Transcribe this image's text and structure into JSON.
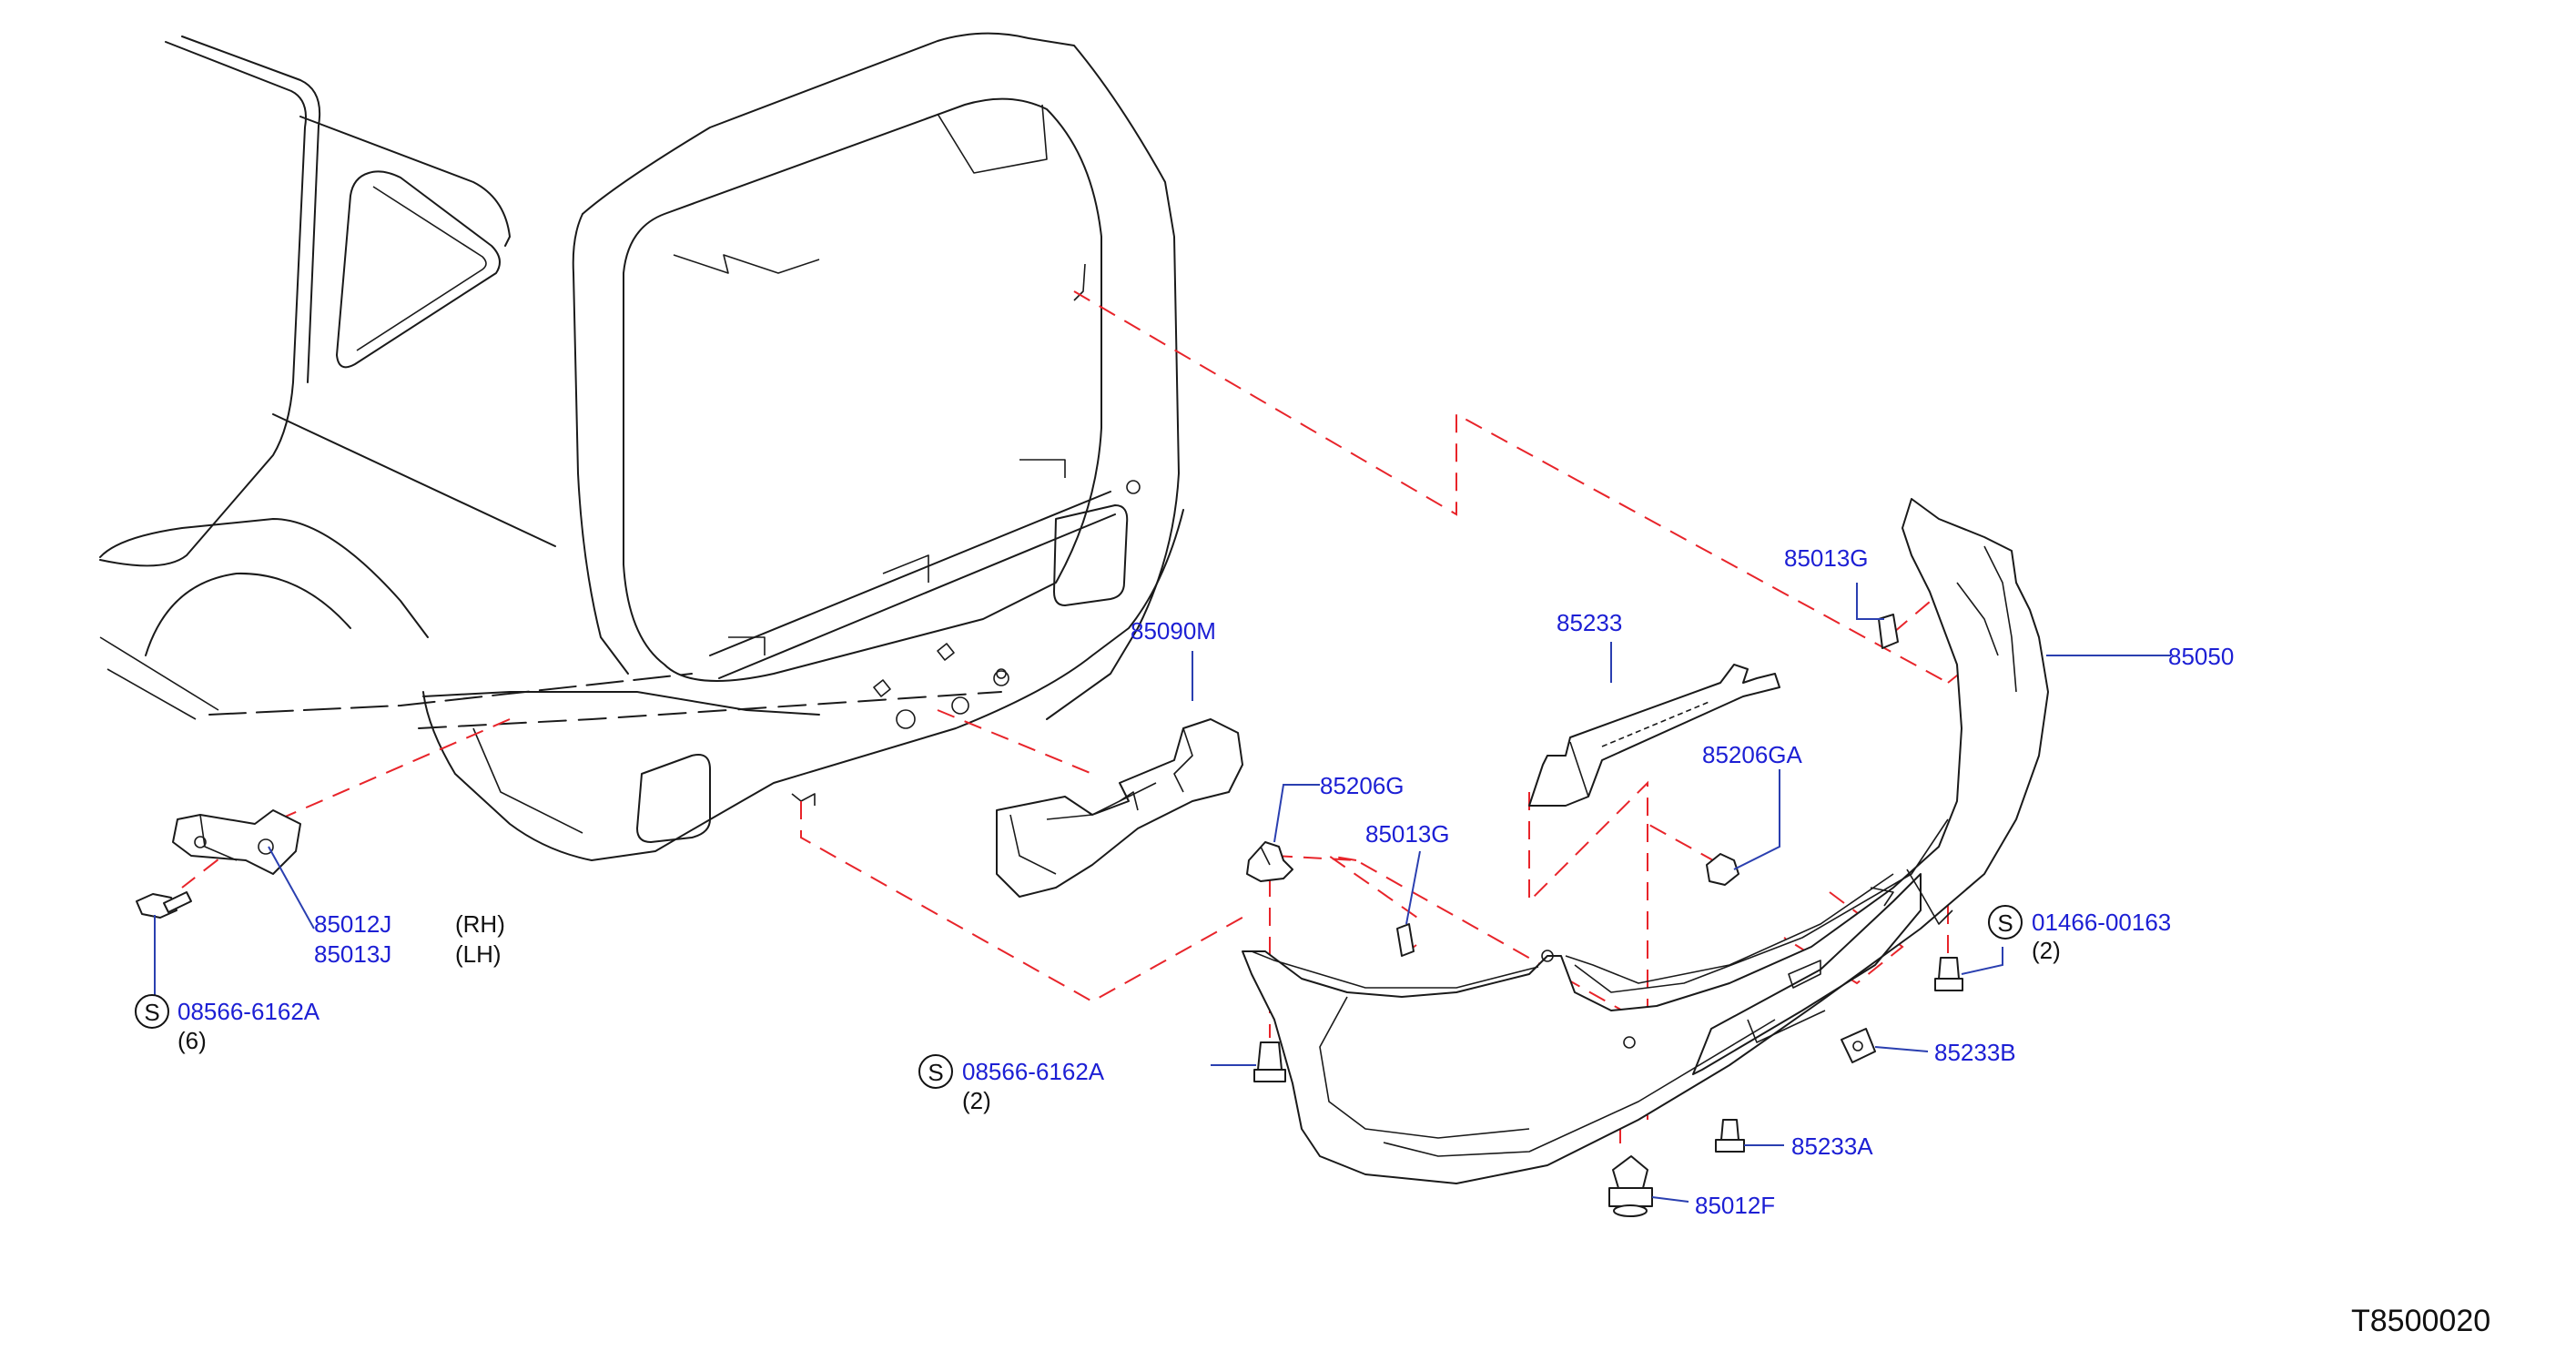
{
  "colors": {
    "part_number": "#1c1fd4",
    "leader_line": "#2a3fb0",
    "assembly_dash": "#e8242a",
    "outline": "#1a1a1a"
  },
  "symbols": {
    "screw_symbol": "S"
  },
  "labels": {
    "p85013G_top": "85013G",
    "p85090M": "85090M",
    "p85233": "85233",
    "p85050": "85050",
    "p85206G": "85206G",
    "p85206GA": "85206GA",
    "p85013G_mid": "85013G",
    "p85012J": "85012J",
    "p85013J": "85013J",
    "rh": "(RH)",
    "lh": "(LH)",
    "s08566_left": "08566-6162A",
    "s08566_left_qty": "(6)",
    "s08566_mid": "08566-6162A",
    "s08566_mid_qty": "(2)",
    "s01466": "01466-00163",
    "s01466_qty": "(2)",
    "p85233B": "85233B",
    "p85233A": "85233A",
    "p85012F": "85012F"
  },
  "diagram_code": "T8500020"
}
